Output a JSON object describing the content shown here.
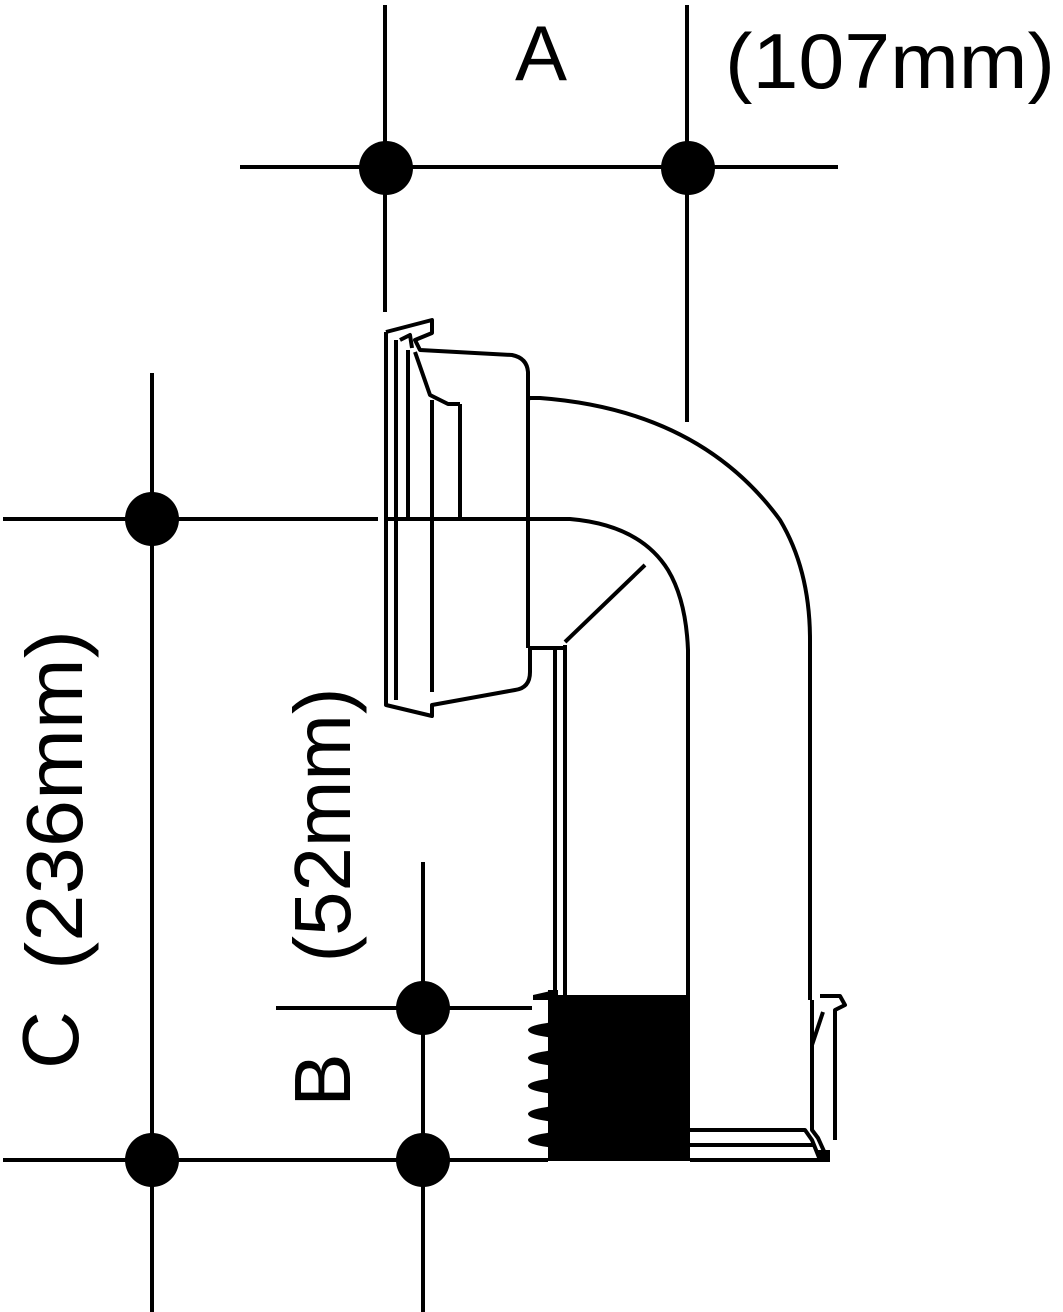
{
  "diagram": {
    "dimensions": [
      {
        "letter": "A",
        "value": "(107mm)"
      },
      {
        "letter": "B",
        "value": "(52mm)"
      },
      {
        "letter": "C",
        "value": "(236mm)"
      }
    ]
  }
}
